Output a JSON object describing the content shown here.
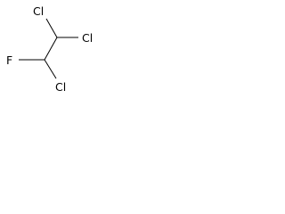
{
  "molecule": {
    "atoms": {
      "cl_top_left": "Cl",
      "cl_top_right": "Cl",
      "f_left": "F",
      "cl_bottom": "Cl"
    }
  }
}
